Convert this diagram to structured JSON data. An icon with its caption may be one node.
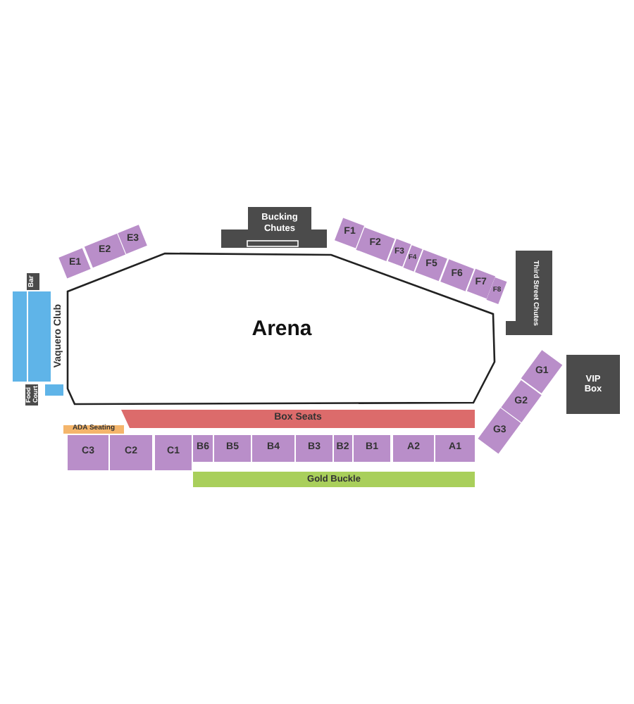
{
  "diagram": {
    "nodes": [
      {
        "text": [
          "E1"
        ]
      },
      {
        "text": [
          "E2"
        ]
      },
      {
        "text": [
          "E3"
        ]
      },
      {
        "text": [
          "Bucking Chutes"
        ]
      },
      {
        "text": [
          "F1"
        ]
      },
      {
        "text": [
          "F2"
        ]
      },
      {
        "text": [
          "F3"
        ]
      },
      {
        "text": [
          "F4"
        ]
      },
      {
        "text": [
          "F5"
        ]
      },
      {
        "text": [
          "F6"
        ]
      },
      {
        "text": [
          "F7"
        ]
      },
      {
        "text": [
          "F8"
        ]
      },
      {
        "text": [
          "Bar"
        ]
      },
      {
        "text": [
          "Third Street Chutes"
        ]
      },
      {
        "text": [
          "Vaquero Club"
        ]
      },
      {
        "text": [
          "Arena"
        ]
      },
      {
        "text": [
          "G1"
        ]
      },
      {
        "text": [
          "VIP Box"
        ]
      },
      {
        "text": [
          "G2"
        ]
      },
      {
        "text": [
          "Food Court"
        ]
      },
      {
        "text": [],
        "shape": "box"
      },
      {
        "text": [
          "G3"
        ]
      },
      {
        "text": [
          "Box Seats"
        ]
      },
      {
        "text": [
          "ADA Seating"
        ]
      },
      {
        "text": [
          "C3"
        ]
      },
      {
        "text": [
          "C2"
        ]
      },
      {
        "text": [
          "C1"
        ]
      },
      {
        "text": [
          "B6"
        ]
      },
      {
        "text": [
          "B5"
        ]
      },
      {
        "text": [
          "B4"
        ]
      },
      {
        "text": [
          "B3"
        ]
      },
      {
        "text": [
          "B2"
        ]
      },
      {
        "text": [
          "B1"
        ]
      },
      {
        "text": [
          "A2"
        ]
      },
      {
        "text": [
          "A1"
        ]
      },
      {
        "text": [
          "Gold Buckle"
        ]
      }
    ]
  }
}
